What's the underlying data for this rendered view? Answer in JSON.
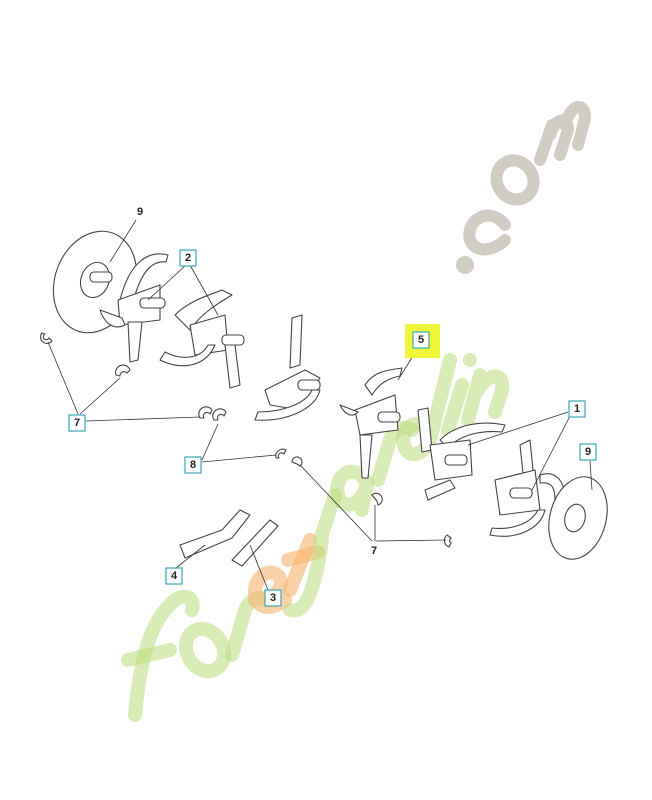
{
  "diagram": {
    "callouts": [
      {
        "id": "9-left",
        "label": "9",
        "boxed": false
      },
      {
        "id": "2",
        "label": "2",
        "boxed": true
      },
      {
        "id": "7-left",
        "label": "7",
        "boxed": true
      },
      {
        "id": "8",
        "label": "8",
        "boxed": true
      },
      {
        "id": "5",
        "label": "5",
        "boxed": true,
        "highlighted": true
      },
      {
        "id": "1",
        "label": "1",
        "boxed": true
      },
      {
        "id": "9-right",
        "label": "9",
        "boxed": true
      },
      {
        "id": "7-bottom",
        "label": "7",
        "boxed": false
      },
      {
        "id": "4",
        "label": "4",
        "boxed": true
      },
      {
        "id": "3",
        "label": "3",
        "boxed": true
      }
    ],
    "colors": {
      "callout_box": "#3aa6b8",
      "highlight": "#f0f53a",
      "line": "#333333"
    }
  },
  "watermark": {
    "parts": [
      "for",
      "et",
      "jardin",
      ".com"
    ],
    "colors": [
      "#b9dc7a",
      "#f5b36a",
      "#b9dc7a",
      "#c4bfb5"
    ]
  }
}
